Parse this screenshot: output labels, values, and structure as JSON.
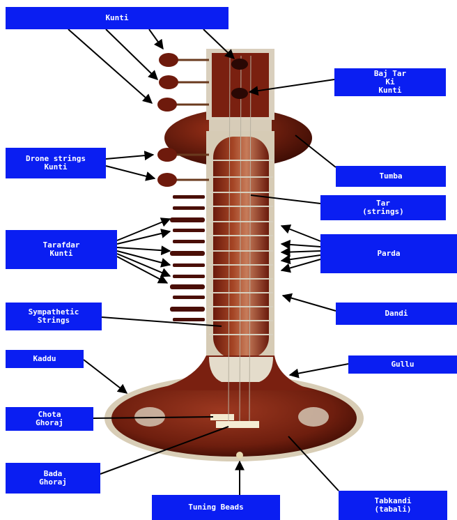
{
  "colors": {
    "label_bg": "#0a1ef2",
    "label_text": "#ffffff",
    "wood_dark": "#5a1208",
    "wood_mid": "#8e2c14",
    "wood_light": "#c47a52",
    "inlay": "#e9e1d2",
    "leader": "#000000"
  },
  "labels": {
    "kunti": "Kunti",
    "baj_tar_ki_kunti": "Baj Tar\nKi\nKunti",
    "drone_strings_kunti": "Drone strings\nKunti",
    "tumba": "Tumba",
    "tar_strings": "Tar\n(strings)",
    "tarafdar_kunti": "Tarafdar\nKunti",
    "parda": "Parda",
    "sympathetic_strings": "Sympathetic\nStrings",
    "dandi": "Dandi",
    "kaddu": "Kaddu",
    "gullu": "Gullu",
    "chota_ghoraj": "Chota\nGhoraj",
    "bada_ghoraj": "Bada\nGhoraj",
    "tuning_beads": "Tuning Beads",
    "tabkandi_tabali": "Tabkandi\n(tabali)"
  }
}
